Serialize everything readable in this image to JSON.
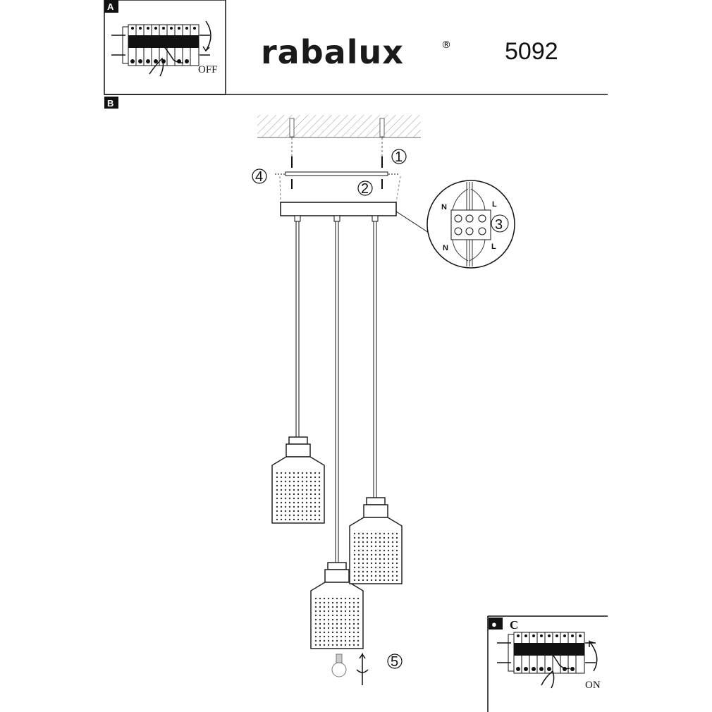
{
  "header": {
    "brand": "rabalux",
    "registered": "®",
    "model": "5092"
  },
  "panel_a": {
    "tag": "A",
    "switch_label": "OFF"
  },
  "panel_b": {
    "tag": "B"
  },
  "panel_c": {
    "tag": "C",
    "switch_label": "ON"
  },
  "steps": {
    "s1": "1",
    "s2": "2",
    "s3": "3",
    "s4": "4",
    "s5": "5"
  },
  "wiring": {
    "n_top": "N",
    "l_top": "L",
    "n_bottom": "N",
    "l_bottom": "L"
  },
  "icons": [
    "breaker-panel-icon",
    "hand-icon",
    "rotate-arrow-icon",
    "bulb-icon",
    "screw-icon"
  ]
}
